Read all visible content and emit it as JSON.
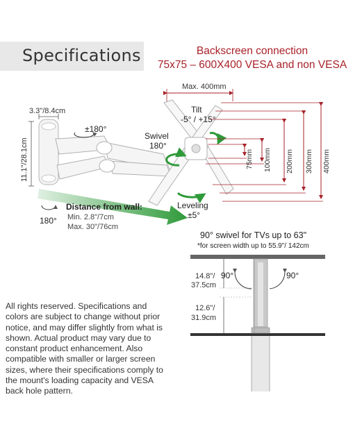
{
  "section_title": "Specifications",
  "backscreen": {
    "line1": "Backscreen connection",
    "line2": "75x75 – 600X400 VESA and non VESA"
  },
  "colors": {
    "accent_red": "#a8222a",
    "arrow_green": "#2f9a3a",
    "mount_white": "#f2f2f2",
    "panel_gray": "#e8e8e8"
  },
  "mount": {
    "depth_label": "3.3\"/8.4cm",
    "height_label": "11.1\"/28.1cm",
    "arm_rotate": "±180°",
    "wall_rotate": "180°",
    "swivel_label": "Swivel",
    "swivel_value": "180°",
    "tilt_label": "Tilt",
    "tilt_value": "-5° / +15°",
    "leveling_label": "Leveling",
    "leveling_value": "±5°",
    "distance_title": "Distance from wall:",
    "distance_min": "Min. 2.8\"/7cm",
    "distance_max": "Max. 30\"/76cm"
  },
  "vesa": {
    "width_label": "Max. 400mm",
    "heights": [
      "75mm",
      "100mm",
      "200mm",
      "300mm",
      "400mm"
    ]
  },
  "swivel_diagram": {
    "title": "90° swivel for TVs up to 63\"",
    "subtitle": "*for screen width up to 55.9\"/ 142cm",
    "angle_left": "90°",
    "angle_right": "90°",
    "dim1_line1": "14.8\"/",
    "dim1_line2": "37.5cm",
    "dim2_line1": "12.6\"/",
    "dim2_line2": "31.9cm"
  },
  "note": "All rights reserved. Specifications and colors are subject to change without prior notice, and may differ slightly from what is shown. Actual product may vary due to constant product enhancement. Also compatible with smaller or larger screen sizes, where their specifications comply to the mount's loading capacity and VESA back hole pattern."
}
